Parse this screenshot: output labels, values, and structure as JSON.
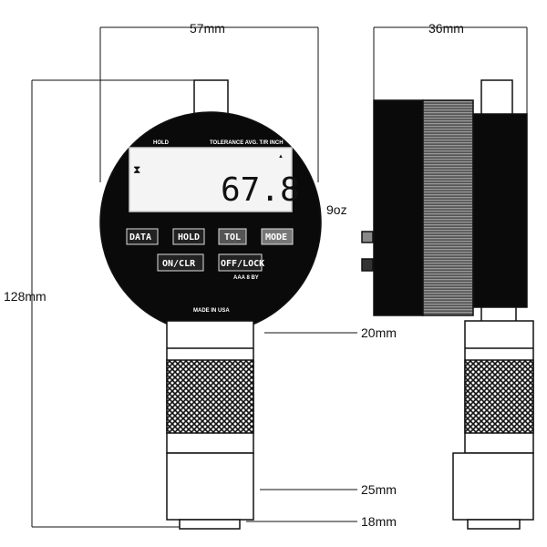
{
  "dimensions": {
    "width_front": "57mm",
    "width_side": "36mm",
    "height": "128mm",
    "weight": "9oz",
    "neck": "20mm",
    "cap": "25mm",
    "foot": "18mm"
  },
  "display": {
    "hold_label": "HOLD",
    "mode_labels": "TOLERANCE AVG. T/R INCH",
    "reading": "67.8",
    "hourglass": "⧗",
    "arrow": "▲"
  },
  "buttons": {
    "data": "DATA",
    "hold": "HOLD",
    "tol": "TOL",
    "mode": "MODE",
    "on_clr": "ON/CLR",
    "off_lock": "OFF/LOCK",
    "battery": "AAA 8 BY"
  },
  "footer_text": "MADE IN USA"
}
